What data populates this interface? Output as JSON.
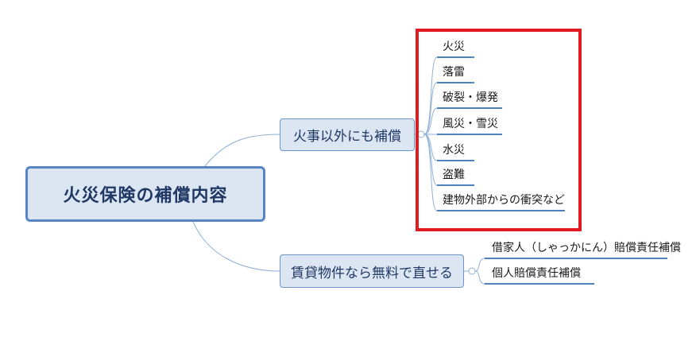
{
  "root": {
    "label": "火災保険の補償内容"
  },
  "branches": [
    {
      "label": "火事以外にも補償",
      "leaves": [
        "火災",
        "落雷",
        "破裂・爆発",
        "風災・雪災",
        "水災",
        "盗難",
        "建物外部からの衝突など"
      ]
    },
    {
      "label": "賃貸物件なら無料で直せる",
      "leaves": [
        "借家人（しゃっかにん）賠償責任補償",
        "個人賠償責任補償"
      ]
    }
  ],
  "colors": {
    "connector": "#8fb0d8",
    "underline": "#4f81bd",
    "highlight": "#e21b23",
    "node_fill": "#dce6f2",
    "node_border": "#5585c5"
  }
}
